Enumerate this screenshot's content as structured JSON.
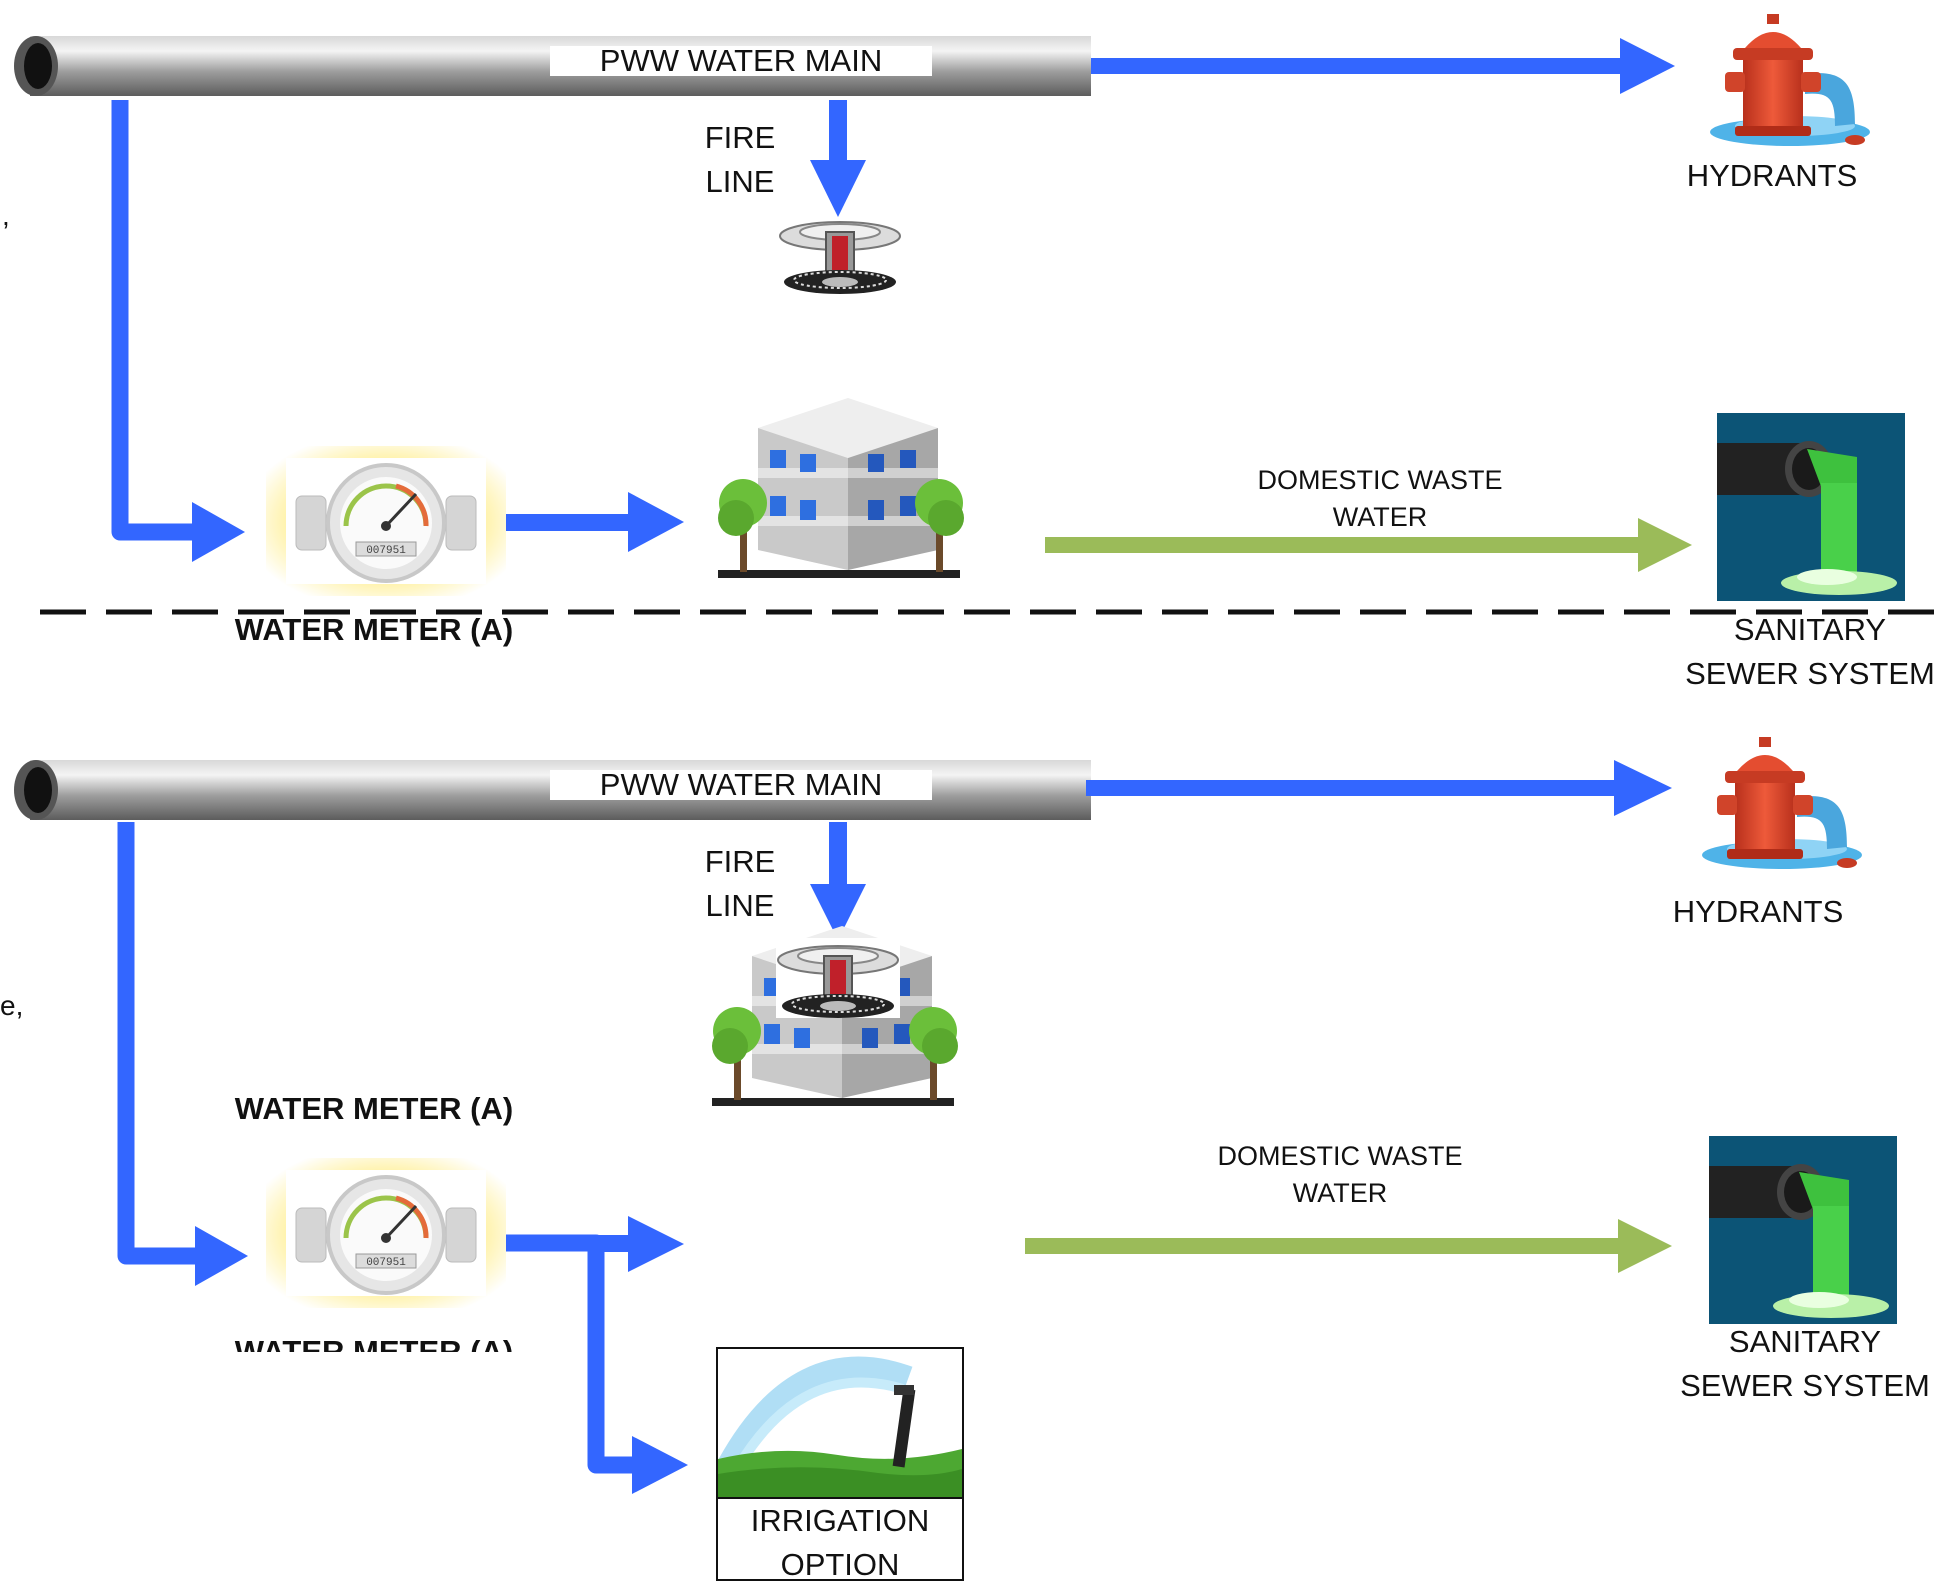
{
  "colors": {
    "supply": "#3366ff",
    "waste": "#9bbb59",
    "pipe": "#9a9a9a",
    "sewer_bg": "#0c5476",
    "glow": "#fff3b0"
  },
  "icons": [
    "pipe-icon",
    "hydrant-icon",
    "sprinkler-icon",
    "building-icon",
    "water-meter-icon",
    "sewer-outfall-icon",
    "irrigation-sprinkler-icon"
  ],
  "top": {
    "main_label": "PWW WATER MAIN",
    "fire_line": [
      "FIRE",
      "LINE"
    ],
    "hydrants": "HYDRANTS",
    "meter_label": "WATER METER (A)",
    "domestic_waste": [
      "DOMESTIC WASTE",
      "WATER"
    ],
    "sewer": [
      "SANITARY",
      "SEWER SYSTEM"
    ]
  },
  "bottom": {
    "main_label": "PWW WATER MAIN",
    "fire_line": [
      "FIRE",
      "LINE"
    ],
    "hydrants": "HYDRANTS",
    "meter_label_above": "WATER METER (A)",
    "meter_label_below": "WATER METER (A)",
    "domestic_waste": [
      "DOMESTIC WASTE",
      "WATER"
    ],
    "sewer": [
      "SANITARY",
      "SEWER SYSTEM"
    ],
    "irrigation": [
      "IRRIGATION",
      "OPTION"
    ]
  },
  "margin_fragments": [
    ",",
    "e,"
  ],
  "meter_reading": "007951"
}
